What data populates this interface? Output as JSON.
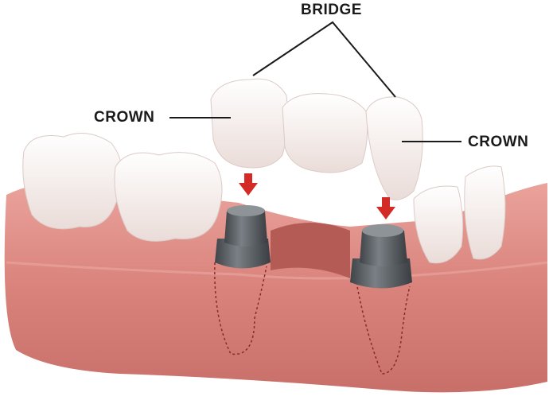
{
  "labels": {
    "bridge": "BRIDGE",
    "crown_left": "CROWN",
    "crown_right": "CROWN"
  },
  "colors": {
    "gum": "#d9837c",
    "gum_light": "#eaa6a0",
    "tooth": "#f6f1ef",
    "abutment": "#5f6468",
    "arrow": "#d42a26"
  }
}
